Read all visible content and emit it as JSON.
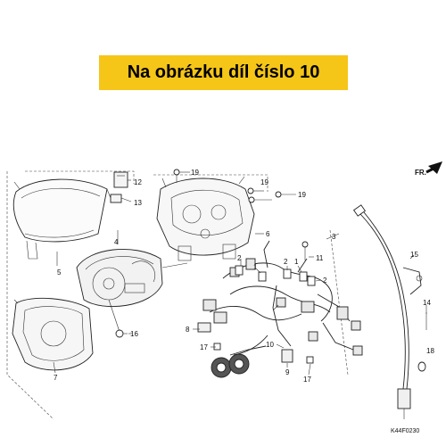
{
  "banner": {
    "text": "Na obrázku díl číslo 10",
    "background": "#f5c518"
  },
  "diagram": {
    "direction_label": "FR.",
    "figure_code": "K44F0230",
    "callouts": [
      {
        "id": "c1a",
        "label": "1"
      },
      {
        "id": "c1b",
        "label": "1"
      },
      {
        "id": "c2a",
        "label": "2"
      },
      {
        "id": "c2b",
        "label": "2"
      },
      {
        "id": "c2c",
        "label": "2"
      },
      {
        "id": "c3",
        "label": "3"
      },
      {
        "id": "c4",
        "label": "4"
      },
      {
        "id": "c5",
        "label": "5"
      },
      {
        "id": "c6",
        "label": "6"
      },
      {
        "id": "c7",
        "label": "7"
      },
      {
        "id": "c8",
        "label": "8"
      },
      {
        "id": "c9",
        "label": "9"
      },
      {
        "id": "c10",
        "label": "10"
      },
      {
        "id": "c11",
        "label": "11"
      },
      {
        "id": "c12",
        "label": "12"
      },
      {
        "id": "c13",
        "label": "13"
      },
      {
        "id": "c14",
        "label": "14"
      },
      {
        "id": "c15",
        "label": "15"
      },
      {
        "id": "c16",
        "label": "16"
      },
      {
        "id": "c17a",
        "label": "17"
      },
      {
        "id": "c17b",
        "label": "17"
      },
      {
        "id": "c18",
        "label": "18"
      },
      {
        "id": "c19a",
        "label": "19"
      },
      {
        "id": "c19b",
        "label": "19"
      },
      {
        "id": "c19c",
        "label": "19"
      }
    ]
  }
}
